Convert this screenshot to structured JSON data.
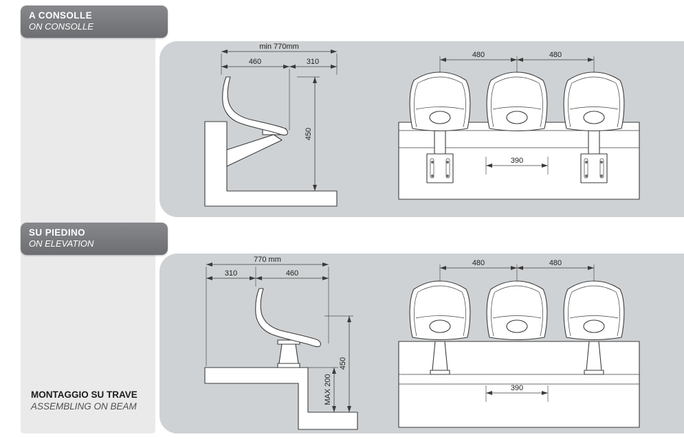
{
  "sections": [
    {
      "badge": {
        "title": "A CONSOLLE",
        "subtitle": "ON CONSOLLE"
      },
      "side_view": {
        "total": "min 770mm",
        "seat_depth": "460",
        "front_clear": "310",
        "height": "450"
      },
      "front_view": {
        "pitch_left": "480",
        "pitch_right": "480",
        "bracket_gap": "390"
      }
    },
    {
      "badge": {
        "title": "SU PIEDINO",
        "subtitle": "ON ELEVATION"
      },
      "side_view": {
        "back_clear": "310",
        "seat_depth": "460",
        "total": "770 mm",
        "height": "450",
        "max_height": "MAX 200"
      },
      "front_view": {
        "pitch_left": "480",
        "pitch_right": "480",
        "bracket_gap": "390"
      }
    }
  ],
  "footer": {
    "title": "MONTAGGIO SU TRAVE",
    "subtitle": "ASSEMBLING ON BEAM"
  },
  "colors": {
    "panel": "#cfd2d4",
    "badge": "#77787b",
    "strip": "#eaeaeb",
    "line": "#3a3a3a"
  }
}
